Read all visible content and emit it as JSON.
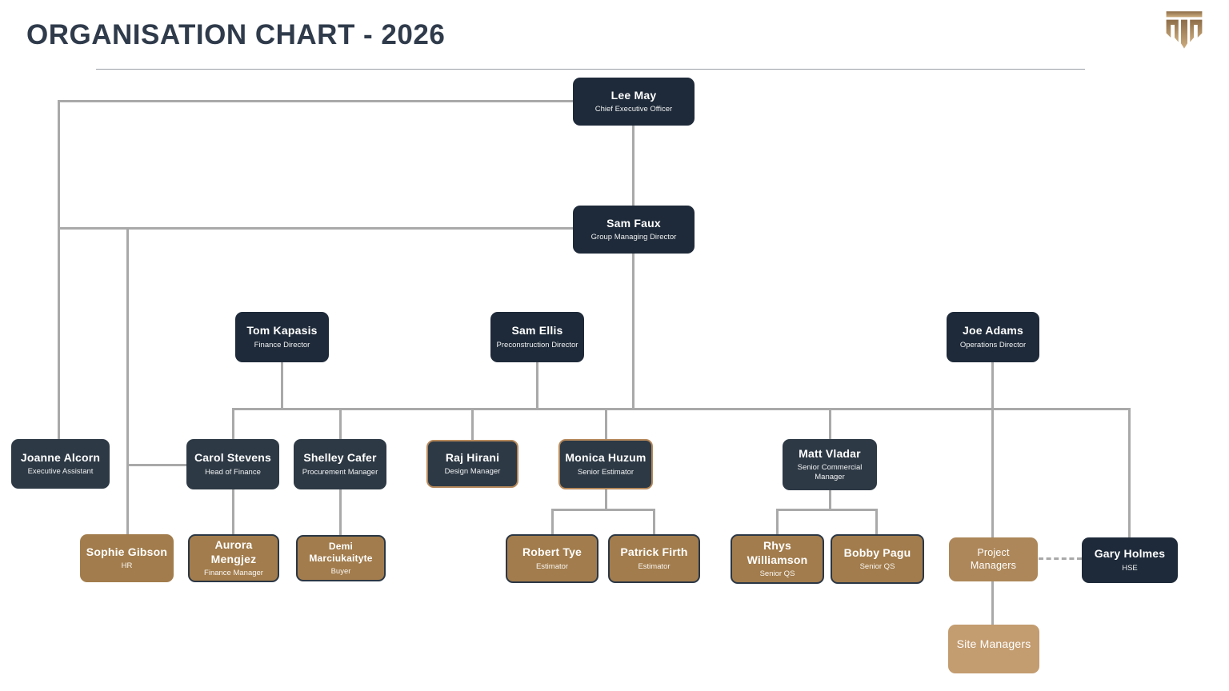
{
  "page": {
    "title": "ORGANISATION CHART - 2026"
  },
  "colors": {
    "title_text": "#2f3b4b",
    "navy_box": "#1e2a39",
    "slate_box": "#2d3945",
    "brown_box": "#a27c4c",
    "project_managers_box": "#ad8759",
    "site_managers_box": "#c39c70",
    "gold_border": "#b5885a",
    "dark_border": "#2b3745",
    "connector_gray": "#a9a9a9",
    "logo_gold_dark": "#8d6d48",
    "logo_gold_light": "#cbab7e"
  },
  "nodes": {
    "lee_may": {
      "name": "Lee May",
      "title": "Chief Executive Officer",
      "variant": "navy"
    },
    "sam_faux": {
      "name": "Sam Faux",
      "title": "Group Managing Director",
      "variant": "navy"
    },
    "tom_kapasis": {
      "name": "Tom Kapasis",
      "title": "Finance Director",
      "variant": "navy"
    },
    "sam_ellis": {
      "name": "Sam Ellis",
      "title": "Preconstruction Director",
      "variant": "navy"
    },
    "joe_adams": {
      "name": "Joe Adams",
      "title": "Operations Director",
      "variant": "navy"
    },
    "joanne_alcorn": {
      "name": "Joanne Alcorn",
      "title": "Executive Assistant",
      "variant": "slate"
    },
    "carol_stevens": {
      "name": "Carol Stevens",
      "title": "Head of Finance",
      "variant": "slate"
    },
    "shelley_cafer": {
      "name": "Shelley Cafer",
      "title": "Procurement Manager",
      "variant": "slate"
    },
    "raj_hirani": {
      "name": "Raj Hirani",
      "title": "Design Manager",
      "variant": "slate-gold"
    },
    "monica_huzum": {
      "name": "Monica Huzum",
      "title": "Senior Estimator",
      "variant": "slate-gold"
    },
    "matt_vladar": {
      "name": "Matt Vladar",
      "title": "Senior Commercial Manager",
      "variant": "slate"
    },
    "sophie_gibson": {
      "name": "Sophie Gibson",
      "title": "HR",
      "variant": "brown"
    },
    "aurora_mengjez": {
      "name": "Aurora Mengjez",
      "title": "Finance Manager",
      "variant": "brown-bordered"
    },
    "demi_marciukaityte": {
      "name": "Demi Marciukaityte",
      "title": "Buyer",
      "variant": "brown-bordered"
    },
    "robert_tye": {
      "name": "Robert Tye",
      "title": "Estimator",
      "variant": "brown-bordered"
    },
    "patrick_firth": {
      "name": "Patrick Firth",
      "title": "Estimator",
      "variant": "brown-bordered"
    },
    "rhys_williamson": {
      "name": "Rhys Williamson",
      "title": "Senior QS",
      "variant": "brown-bordered"
    },
    "bobby_pagu": {
      "name": "Bobby Pagu",
      "title": "Senior QS",
      "variant": "brown-bordered"
    },
    "project_managers": {
      "name": "Project Managers",
      "title": "",
      "variant": "pm"
    },
    "gary_holmes": {
      "name": "Gary Holmes",
      "title": "HSE",
      "variant": "navy"
    },
    "site_managers": {
      "name": "Site Managers",
      "title": "",
      "variant": "site"
    }
  },
  "edges": [
    {
      "from": "lee_may",
      "to": "sam_faux",
      "style": "solid"
    },
    {
      "from": "lee_may",
      "to": "joanne_alcorn",
      "style": "solid"
    },
    {
      "from": "sam_faux",
      "to": "sophie_gibson",
      "style": "solid"
    },
    {
      "from": "sam_faux",
      "to": "carol_stevens",
      "style": "solid"
    },
    {
      "from": "sam_faux",
      "to": "tom_kapasis",
      "style": "solid"
    },
    {
      "from": "sam_faux",
      "to": "sam_ellis",
      "style": "solid"
    },
    {
      "from": "sam_faux",
      "to": "joe_adams",
      "style": "solid"
    },
    {
      "from": "rail",
      "to": "carol_stevens",
      "style": "solid"
    },
    {
      "from": "rail",
      "to": "shelley_cafer",
      "style": "solid"
    },
    {
      "from": "rail",
      "to": "raj_hirani",
      "style": "solid"
    },
    {
      "from": "rail",
      "to": "monica_huzum",
      "style": "solid"
    },
    {
      "from": "rail",
      "to": "matt_vladar",
      "style": "solid"
    },
    {
      "from": "rail",
      "to": "gary_holmes",
      "style": "solid"
    },
    {
      "from": "joe_adams",
      "to": "project_managers",
      "style": "solid"
    },
    {
      "from": "carol_stevens",
      "to": "aurora_mengjez",
      "style": "solid"
    },
    {
      "from": "shelley_cafer",
      "to": "demi_marciukaityte",
      "style": "solid"
    },
    {
      "from": "monica_huzum",
      "to": "robert_tye",
      "style": "solid"
    },
    {
      "from": "monica_huzum",
      "to": "patrick_firth",
      "style": "solid"
    },
    {
      "from": "matt_vladar",
      "to": "rhys_williamson",
      "style": "solid"
    },
    {
      "from": "matt_vladar",
      "to": "bobby_pagu",
      "style": "solid"
    },
    {
      "from": "project_managers",
      "to": "site_managers",
      "style": "solid"
    },
    {
      "from": "project_managers",
      "to": "gary_holmes",
      "style": "dashed"
    }
  ]
}
